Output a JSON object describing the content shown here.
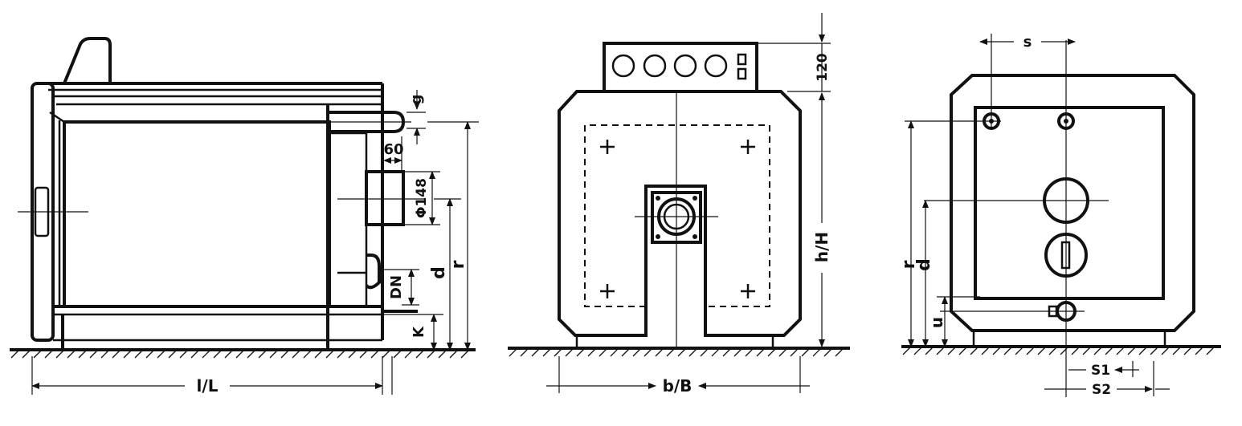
{
  "side_view": {
    "dim_length": "l/L",
    "dim_g": "g",
    "dim_60": "60",
    "dim_phi148": "Φ148",
    "dim_DN": "DN",
    "dim_d": "d",
    "dim_r": "r",
    "dim_K": "K"
  },
  "front_view": {
    "dim_width": "b/B",
    "dim_height": "h/H",
    "dim_120": "120"
  },
  "rear_view": {
    "dim_s": "s",
    "dim_r": "r",
    "dim_d": "d",
    "dim_u": "u",
    "dim_S1": "S1",
    "dim_S2": "S2"
  }
}
